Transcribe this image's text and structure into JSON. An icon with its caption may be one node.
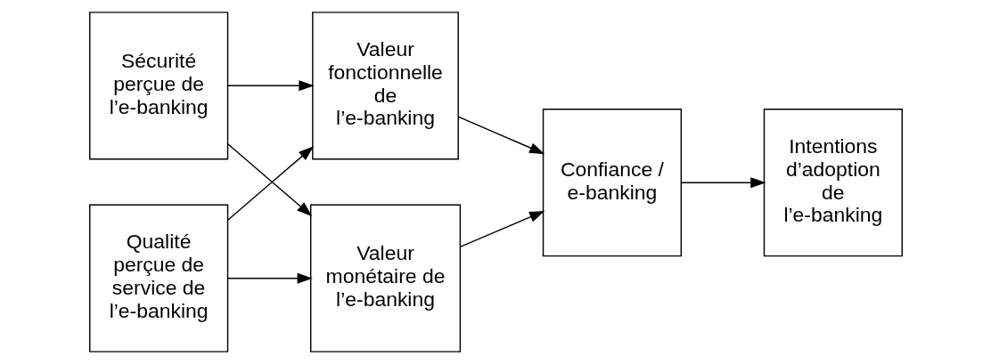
{
  "diagram": {
    "nodes": [
      {
        "text": [
          "Sécurité perçue de l’e-banking"
        ]
      },
      {
        "text": [
          "Qualité perçue de service de l’e-banking"
        ]
      },
      {
        "text": [
          "Valeur fonctionnelle de l’e-banking"
        ]
      },
      {
        "text": [
          "Valeur monétaire de l’e-banking"
        ]
      },
      {
        "text": [
          "Confiance / e-banking"
        ]
      },
      {
        "text": [
          "Intentions d’adoption de l’e-banking"
        ]
      }
    ],
    "edges": [
      {
        "from": 0,
        "to": 2,
        "arrow": "to"
      },
      {
        "from": 0,
        "to": 3,
        "arrow": "to"
      },
      {
        "from": 1,
        "to": 2,
        "arrow": "to"
      },
      {
        "from": 1,
        "to": 3,
        "arrow": "to"
      },
      {
        "from": 2,
        "to": 4,
        "arrow": "to"
      },
      {
        "from": 3,
        "to": 4,
        "arrow": "to"
      },
      {
        "from": 4,
        "to": 5,
        "arrow": "to"
      }
    ]
  }
}
